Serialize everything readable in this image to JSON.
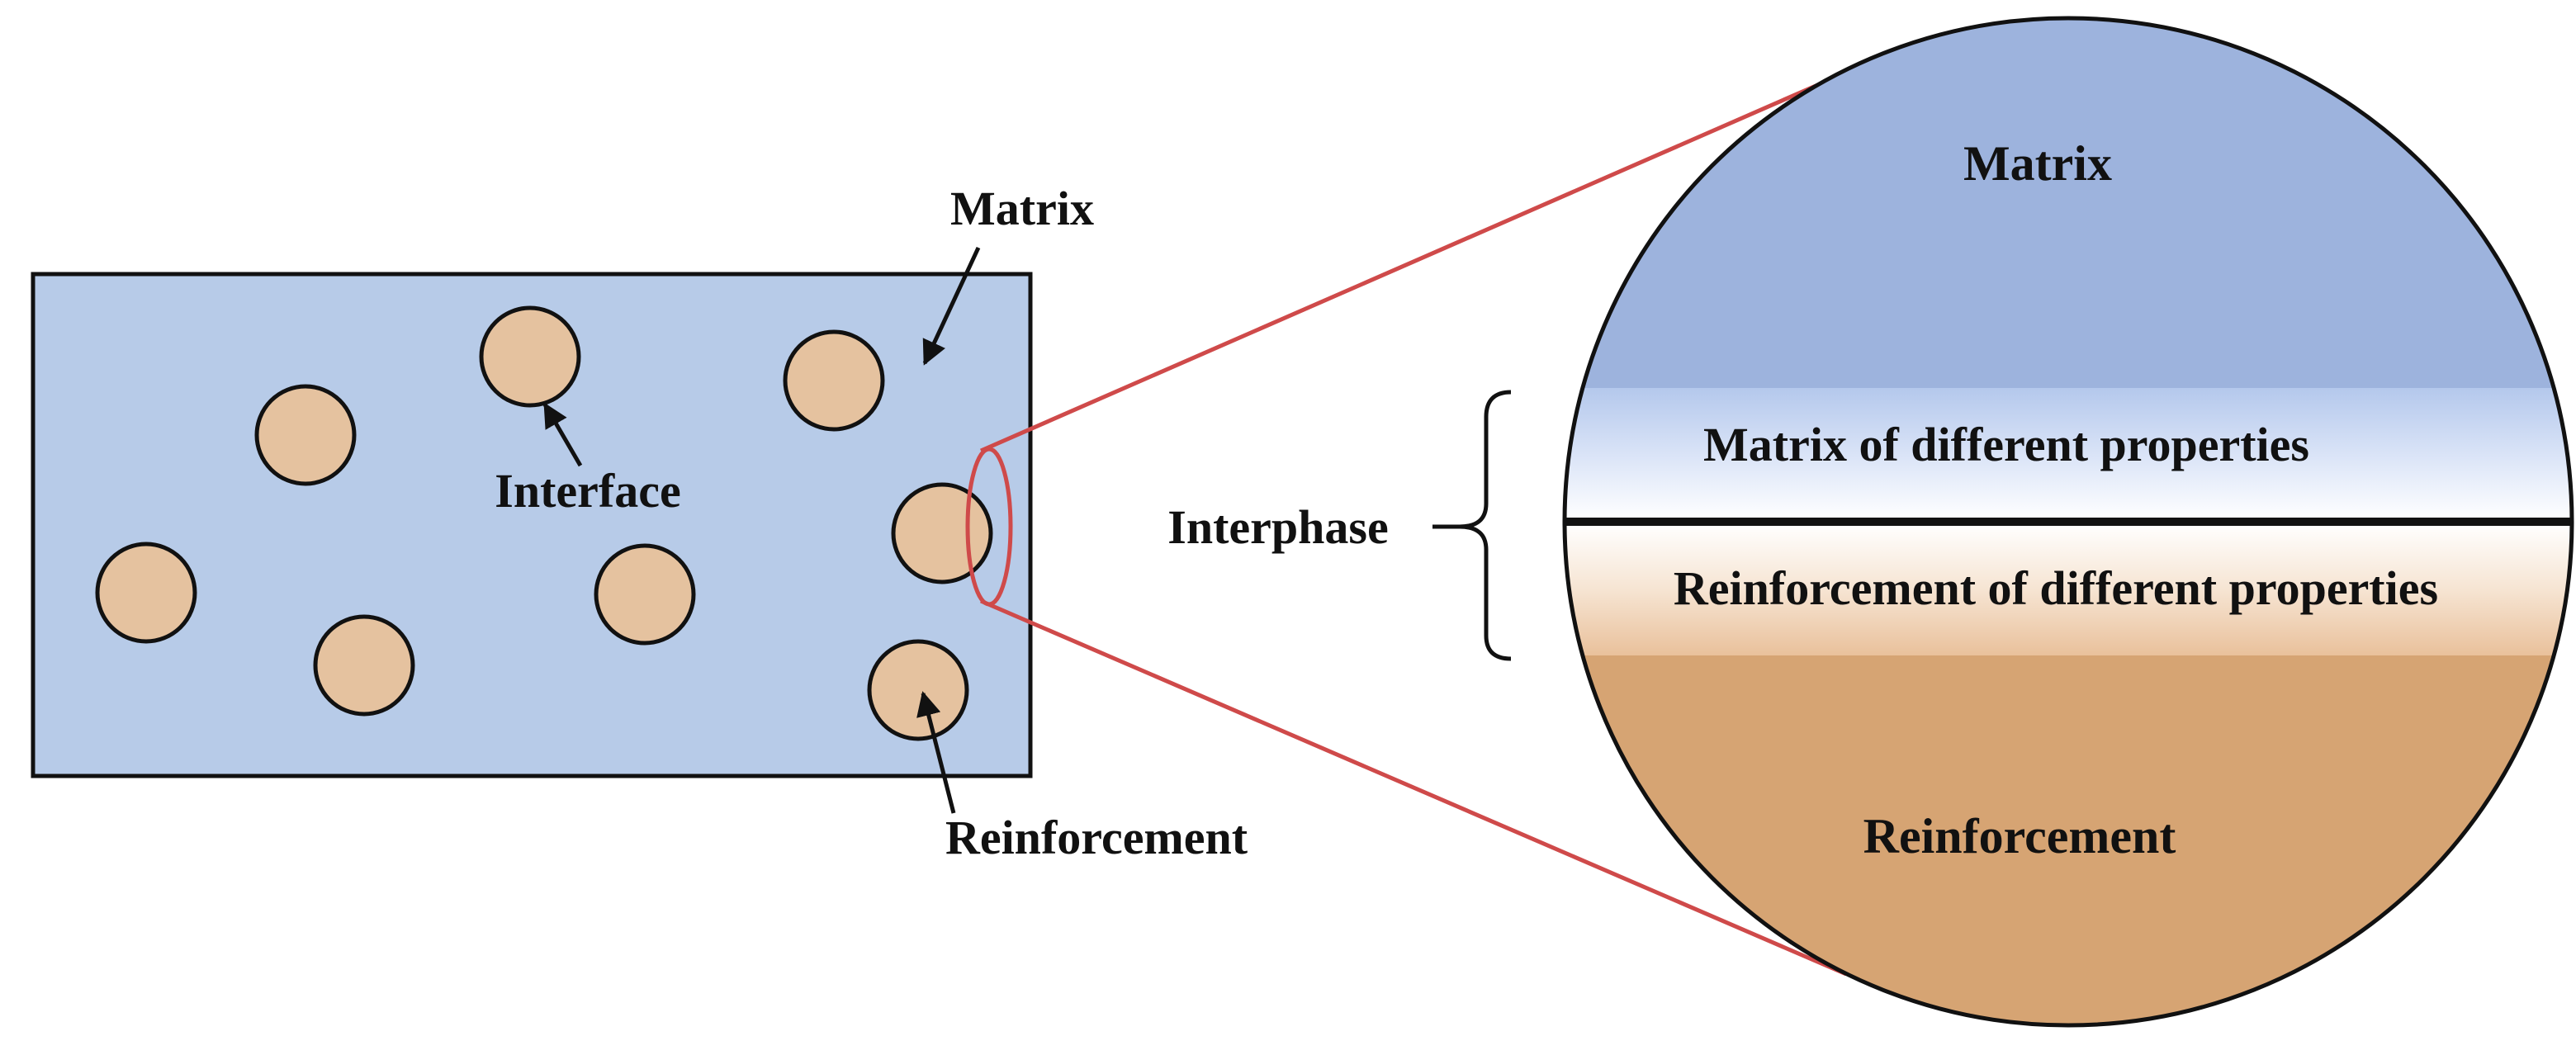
{
  "labels": {
    "matrix": "Matrix",
    "interface": "Interface",
    "reinforcement": "Reinforcement",
    "interphase": "Interphase"
  },
  "zoom": {
    "matrix": "Matrix",
    "matrix_different": "Matrix of different properties",
    "reinforcement_different": "Reinforcement of different properties",
    "reinforcement": "Reinforcement"
  },
  "colors": {
    "matrix_fill": "#B7CBE8",
    "particle_fill": "#E5C29F",
    "zoom_matrix": "#9DB3DD",
    "zoom_reinforcement": "#D6A473",
    "zoom_line": "#CF4A4A",
    "outline": "#111111"
  }
}
